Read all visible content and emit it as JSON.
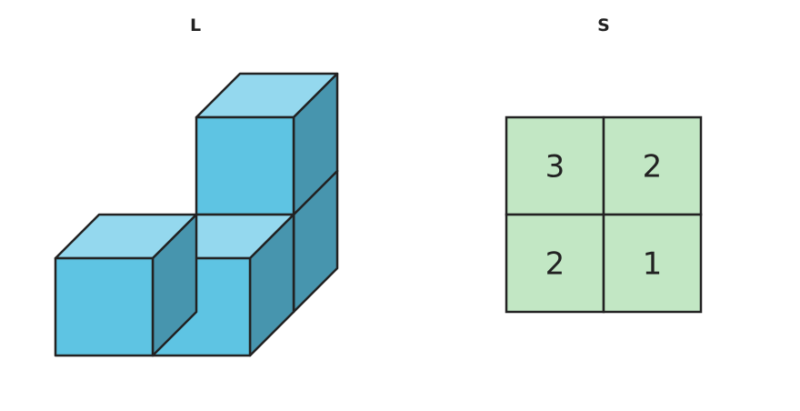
{
  "labels": {
    "left": "L",
    "right": "S"
  },
  "colors": {
    "front": "#5ec4e3",
    "top": "#94d8ee",
    "side": "#4795ae",
    "outline": "#222222",
    "grid_fill": "#c2e7c4",
    "text": "#222222"
  },
  "cubes": [
    {
      "col": 0,
      "row": 0,
      "level": 0
    },
    {
      "col": 1,
      "row": 0,
      "level": 0
    },
    {
      "col": 1,
      "row": 1,
      "level": 0
    },
    {
      "col": 1,
      "row": 1,
      "level": 1
    }
  ],
  "grid": {
    "cells": [
      [
        3,
        2
      ],
      [
        2,
        1
      ]
    ]
  }
}
